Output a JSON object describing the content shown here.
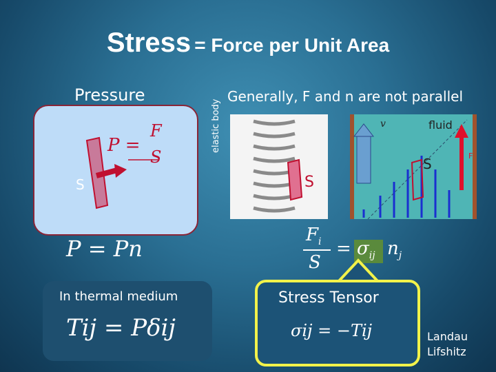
{
  "title": {
    "main": "Stress",
    "rest": "= Force per Unit Area"
  },
  "pressure": {
    "label": "Pressure",
    "surface": "S",
    "formula_P_eq": "P = F / S",
    "vector_formula": "P = Pn"
  },
  "general": {
    "caption": "Generally, F and n are not parallel",
    "elastic_body": "elastic body",
    "surface_spring": "S",
    "fluid": "fluid",
    "v": "v",
    "surface_fluid": "S",
    "force": "F"
  },
  "stress_formula": {
    "lhs_num": "F",
    "lhs_num_sub": "i",
    "lhs_den": "S",
    "eq": "=",
    "sigma": "σ",
    "sigma_sub": "ij",
    "n": "n",
    "n_sub": "j"
  },
  "thermal": {
    "label": "In thermal medium",
    "formula": "Tij = Pδij"
  },
  "stress_tensor": {
    "label": "Stress Tensor",
    "formula": "σij = −Tij"
  },
  "reference": {
    "line1": "Landau",
    "line2": "Lifshitz"
  },
  "colors": {
    "frame": "#8a2436",
    "highlight": "#f2f24a",
    "sigma_bg": "#5a8a3c",
    "arrow_red": "#e0102a",
    "arrow_blue": "#1a2fd0"
  }
}
